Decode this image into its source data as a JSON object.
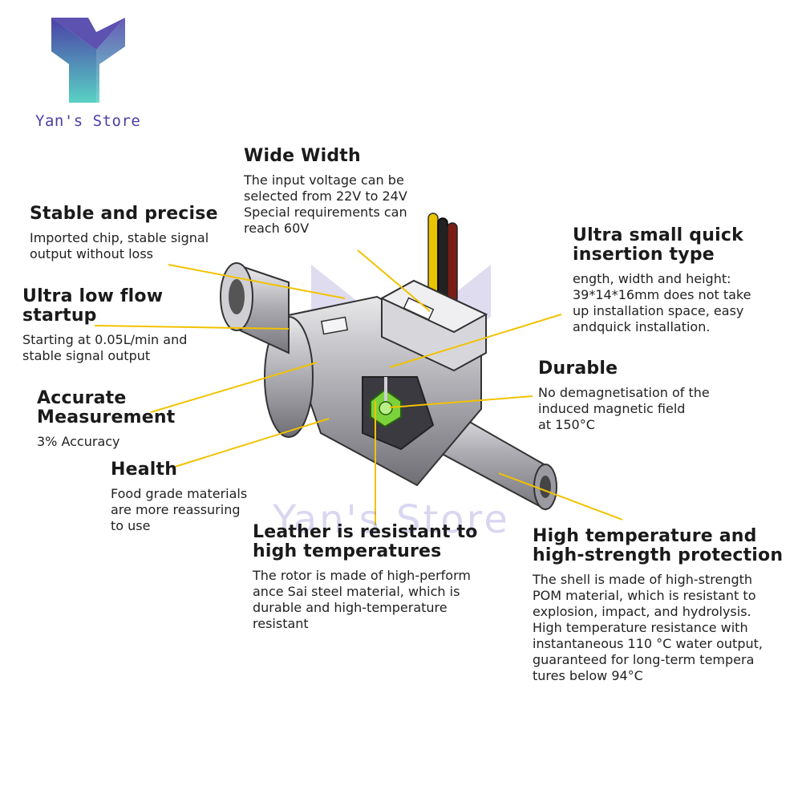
{
  "brand": {
    "name": "Yan's Store",
    "watermark": "Yan's Store",
    "colors": {
      "primary": "#4b3fa7",
      "accent": "#58d2c4"
    }
  },
  "colors": {
    "leader": "#f2c200",
    "rotor": "#7bd23a"
  },
  "features": [
    {
      "id": "wide-width",
      "title": "Wide Width",
      "text": "The input voltage can be\nselected from 22V to 24V\nSpecial requirements can\nreach 60V"
    },
    {
      "id": "stable-precise",
      "title": "Stable and precise",
      "text": "Imported chip, stable signal\noutput without loss"
    },
    {
      "id": "ultra-low-flow",
      "title": "Ultra low flow\nstartup",
      "text": "Starting at 0.05L/min and\nstable signal output"
    },
    {
      "id": "accurate",
      "title": "Accurate\nMeasurement",
      "text": "3% Accuracy"
    },
    {
      "id": "health",
      "title": "Health",
      "text": "Food grade materials\nare more reassuring\nto use"
    },
    {
      "id": "leather",
      "title": "Leather is resistant to\nhigh temperatures",
      "text": "The rotor is made of high-perform\nance Sai steel material, which is\ndurable and high-temperature\nresistant"
    },
    {
      "id": "ultra-small",
      "title": "Ultra small quick\ninsertion type",
      "text": "ength, width and height:\n39*14*16mm does not take\nup installation space, easy\nandquick installation."
    },
    {
      "id": "durable",
      "title": "Durable",
      "text": "No demagnetisation of the\ninduced magnetic field\nat 150°C"
    },
    {
      "id": "high-temp",
      "title": "High temperature and\nhigh-strength protection",
      "text": "The shell is made of high-strength\nPOM material, which is resistant to\nexplosion, impact, and hydrolysis.\nHigh temperature resistance with\ninstantaneous 110 °C water output,\nguaranteed for long-term tempera\ntures below 94°C"
    }
  ]
}
